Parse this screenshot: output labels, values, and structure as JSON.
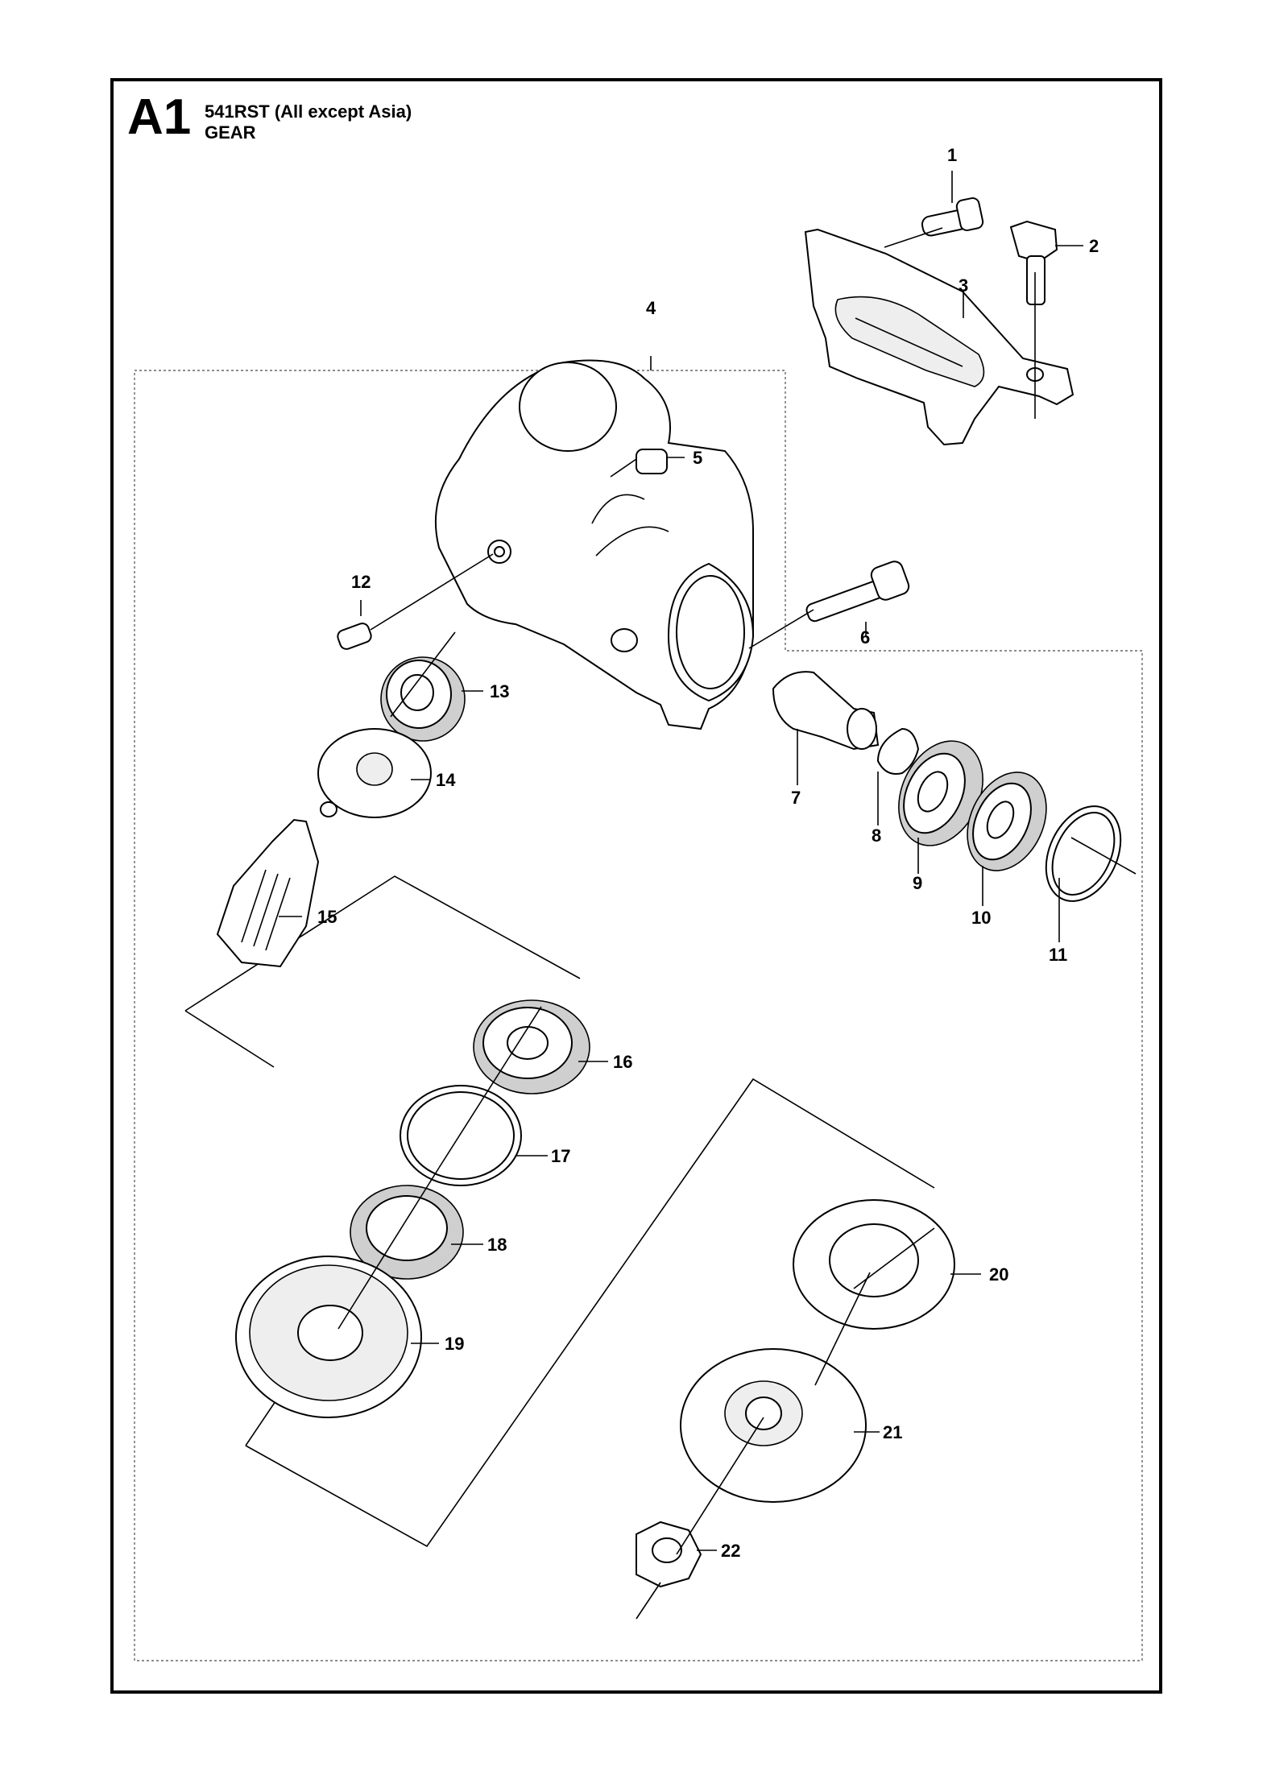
{
  "header": {
    "code": "A1",
    "model": "541RST (All except Asia)",
    "section": "GEAR"
  },
  "callouts": [
    "1",
    "2",
    "3",
    "4",
    "5",
    "6",
    "7",
    "8",
    "9",
    "10",
    "11",
    "12",
    "13",
    "14",
    "15",
    "16",
    "17",
    "18",
    "19",
    "20",
    "21",
    "22"
  ]
}
